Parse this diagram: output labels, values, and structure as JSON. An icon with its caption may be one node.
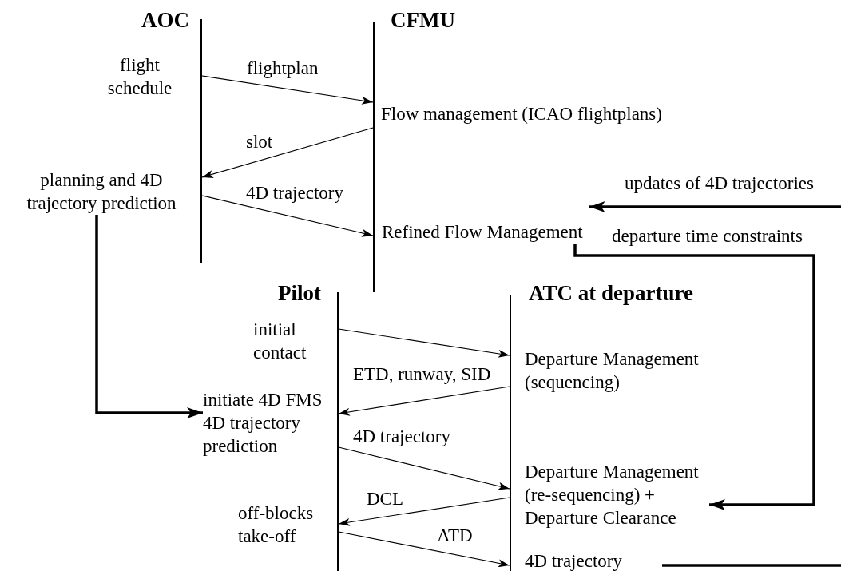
{
  "diagram": {
    "nodes": [
      {
        "text": [],
        "shape": "line",
        "beside": [
          "AOC"
        ]
      },
      {
        "text": [],
        "shape": "line",
        "beside": [
          "CFMU"
        ]
      },
      {
        "text": [],
        "shape": "line",
        "beside": [
          "Pilot"
        ]
      },
      {
        "text": [],
        "shape": "line",
        "beside": [
          "ATC at departure"
        ]
      },
      {
        "text": [
          "flight schedule"
        ]
      },
      {
        "text": [
          "Flow management (ICAO flightplans)"
        ]
      },
      {
        "text": [
          "planning and 4D trajectory prediction"
        ]
      },
      {
        "text": [
          "Refined Flow Management"
        ]
      },
      {
        "text": [
          "initial contact"
        ]
      },
      {
        "text": [
          "Departure Management (sequencing)"
        ]
      },
      {
        "text": [
          "initiate 4D FMS 4D trajectory prediction"
        ]
      },
      {
        "text": [
          "Departure Management (re-sequencing) + Departure Clearance"
        ]
      },
      {
        "text": [
          "off-blocks take-off"
        ]
      },
      {
        "text": [
          "4D trajectory"
        ]
      }
    ],
    "edges": [
      {
        "from": 0,
        "to": 1,
        "arrow": "to",
        "label": "flightplan"
      },
      {
        "from": 1,
        "to": 0,
        "arrow": "to",
        "label": "slot"
      },
      {
        "from": 0,
        "to": 1,
        "arrow": "to",
        "label": "4D trajectory"
      },
      {
        "from": null,
        "to": 7,
        "arrow": "to",
        "label": "updates of 4D trajectories",
        "style": "thick"
      },
      {
        "from": 7,
        "to": 11,
        "arrow": "to",
        "label": "departure time constraints",
        "style": "thick"
      },
      {
        "from": 6,
        "to": 10,
        "arrow": "to",
        "style": "thick"
      },
      {
        "from": 2,
        "to": 3,
        "arrow": "to"
      },
      {
        "from": 3,
        "to": 2,
        "arrow": "to",
        "label": "ETD, runway, SID"
      },
      {
        "from": 2,
        "to": 3,
        "arrow": "to",
        "label": "4D trajectory"
      },
      {
        "from": 3,
        "to": 2,
        "arrow": "to",
        "label": "DCL"
      },
      {
        "from": 2,
        "to": 3,
        "arrow": "to",
        "label": "ATD"
      },
      {
        "from": 13,
        "to": null,
        "arrow": "none",
        "style": "thick"
      }
    ]
  }
}
